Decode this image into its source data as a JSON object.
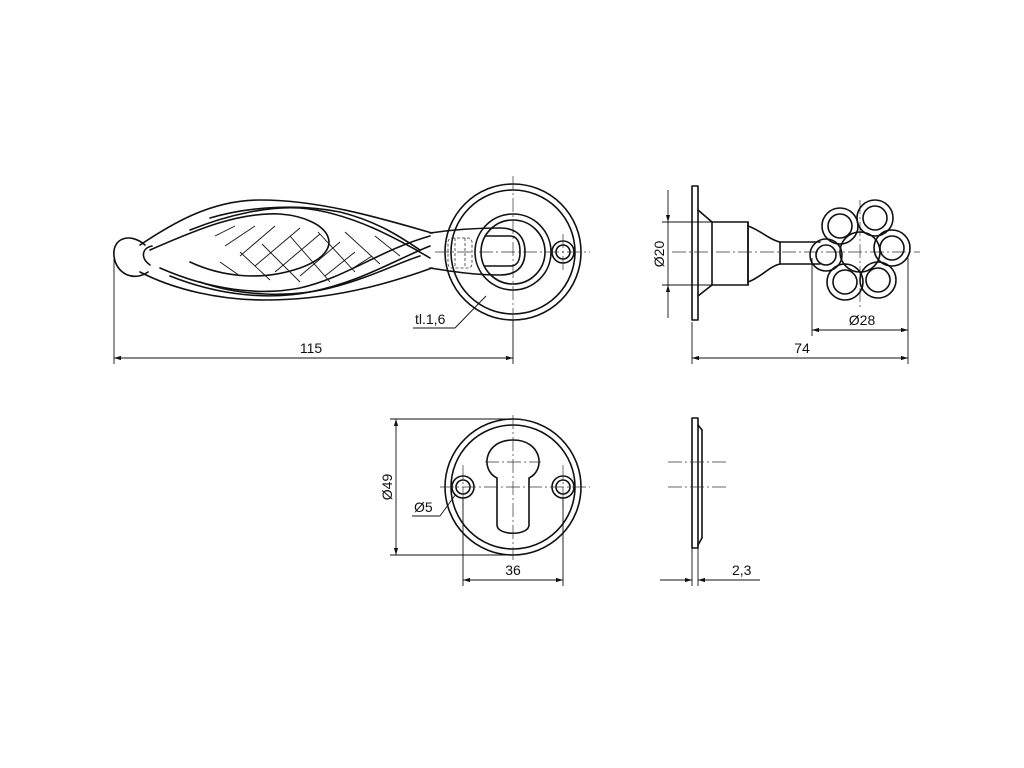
{
  "dimensions": {
    "lever_length": "115",
    "plate_thickness_note": "tl.1,6",
    "rose_diameter": "Ø20",
    "knob_diameter": "Ø28",
    "total_projection": "74",
    "escutcheon_diameter": "Ø49",
    "screw_hole_diameter": "Ø5",
    "screw_spacing": "36",
    "plate_thickness": "2,3"
  },
  "colors": {
    "line": "#111111",
    "background": "#ffffff"
  }
}
